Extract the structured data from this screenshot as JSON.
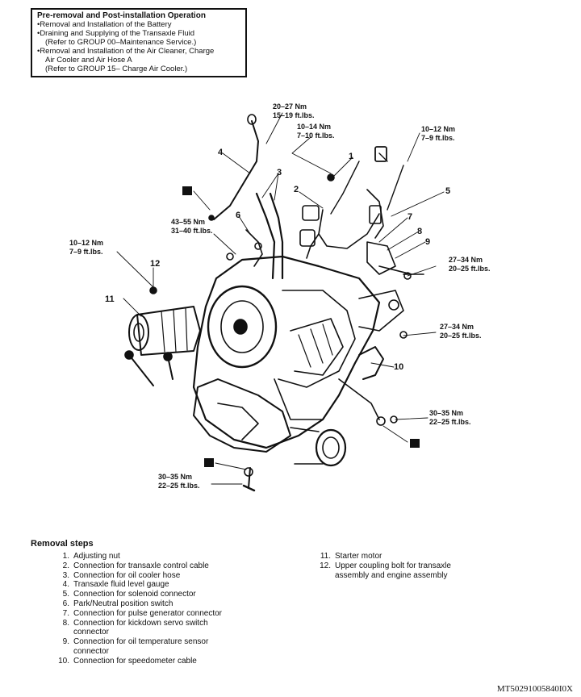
{
  "notice": {
    "title": "Pre-removal and Post-installation Operation",
    "lines": [
      "•Removal and Installation of the Battery",
      "•Draining and Supplying of the Transaxle Fluid",
      "(Refer to GROUP 00–Maintenance Service.)",
      "•Removal and Installation of the Air Cleaner, Charge",
      "Air Cooler and Air Hose A",
      "(Refer to GROUP 15– Charge Air Cooler.)"
    ]
  },
  "callouts": [
    "1",
    "2",
    "3",
    "4",
    "5",
    "6",
    "7",
    "8",
    "9",
    "10",
    "11",
    "12"
  ],
  "torque_specs": [
    {
      "nm": "20–27 Nm",
      "ftlb": "15–19 ft.lbs."
    },
    {
      "nm": "10–14 Nm",
      "ftlb": "7–10 ft.lbs."
    },
    {
      "nm": "10–12 Nm",
      "ftlb": "7–9 ft.lbs."
    },
    {
      "nm": "43–55 Nm",
      "ftlb": "31–40 ft.lbs."
    },
    {
      "nm": "10–12 Nm",
      "ftlb": "7–9 ft.lbs."
    },
    {
      "nm": "27–34 Nm",
      "ftlb": "20–25 ft.lbs."
    },
    {
      "nm": "27–34 Nm",
      "ftlb": "20–25 ft.lbs."
    },
    {
      "nm": "30–35 Nm",
      "ftlb": "22–25 ft.lbs."
    },
    {
      "nm": "30–35 Nm",
      "ftlb": "22–25 ft.lbs."
    }
  ],
  "removal": {
    "title": "Removal steps",
    "left": [
      {
        "n": "1.",
        "text": "Adjusting nut"
      },
      {
        "n": "2.",
        "text": "Connection for transaxle control cable"
      },
      {
        "n": "3.",
        "text": "Connection for oil cooler hose"
      },
      {
        "n": "4.",
        "text": "Transaxle fluid level gauge"
      },
      {
        "n": "5.",
        "text": "Connection for solenoid connector"
      },
      {
        "n": "6.",
        "text": "Park/Neutral position switch"
      },
      {
        "n": "7.",
        "text": "Connection for pulse generator connector"
      },
      {
        "n": "8.",
        "text": "Connection for kickdown servo switch",
        "cont": "connector"
      },
      {
        "n": "9.",
        "text": "Connection for oil temperature sensor",
        "cont": "connector"
      },
      {
        "n": "10.",
        "text": "Connection for speedometer cable"
      }
    ],
    "right": [
      {
        "n": "11.",
        "text": "Starter motor"
      },
      {
        "n": "12.",
        "text": "Upper coupling bolt for transaxle",
        "cont": "assembly and engine assembly"
      }
    ]
  },
  "figure_code": "MT50291005840I0X"
}
